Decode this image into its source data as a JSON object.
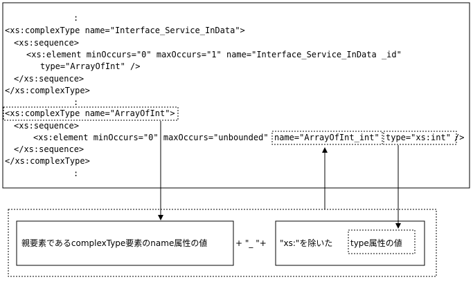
{
  "code_lines": [
    {
      "text": ":"
    },
    {
      "text": "<xs:complexType name=\"Interface_Service_InData\">"
    },
    {
      "text": "<xs:sequence>"
    },
    {
      "text": "<xs:element minOccurs=\"0\" maxOccurs=\"1\" name=\"Interface_Service_InData _id\""
    },
    {
      "text": "type=\"ArrayOfInt\" />"
    },
    {
      "text": "</xs:sequence>"
    },
    {
      "text": "</xs:complexType>"
    },
    {
      "text": ":"
    },
    {
      "text": "<xs:complexType name=\"ArrayOfInt\">"
    },
    {
      "text": "<xs:sequence>"
    },
    {
      "text": "<xs:element minOccurs=\"0\" maxOccurs=\"unbounded\""
    },
    {
      "text": "name=\"ArrayOfInt_int\""
    },
    {
      "text": "type=\"xs:int\""
    },
    {
      "text": "/>"
    },
    {
      "text": "</xs:sequence>"
    },
    {
      "text": "</xs:complexType>"
    },
    {
      "text": ":"
    }
  ],
  "explanation": {
    "parent_label": "親要素であるcomplexType要素のname属性の値",
    "concat_label": "+ \"_ \"+",
    "xs_prefix_label": "\"xs:\"を除いた",
    "type_attr_label": "type属性の値"
  }
}
